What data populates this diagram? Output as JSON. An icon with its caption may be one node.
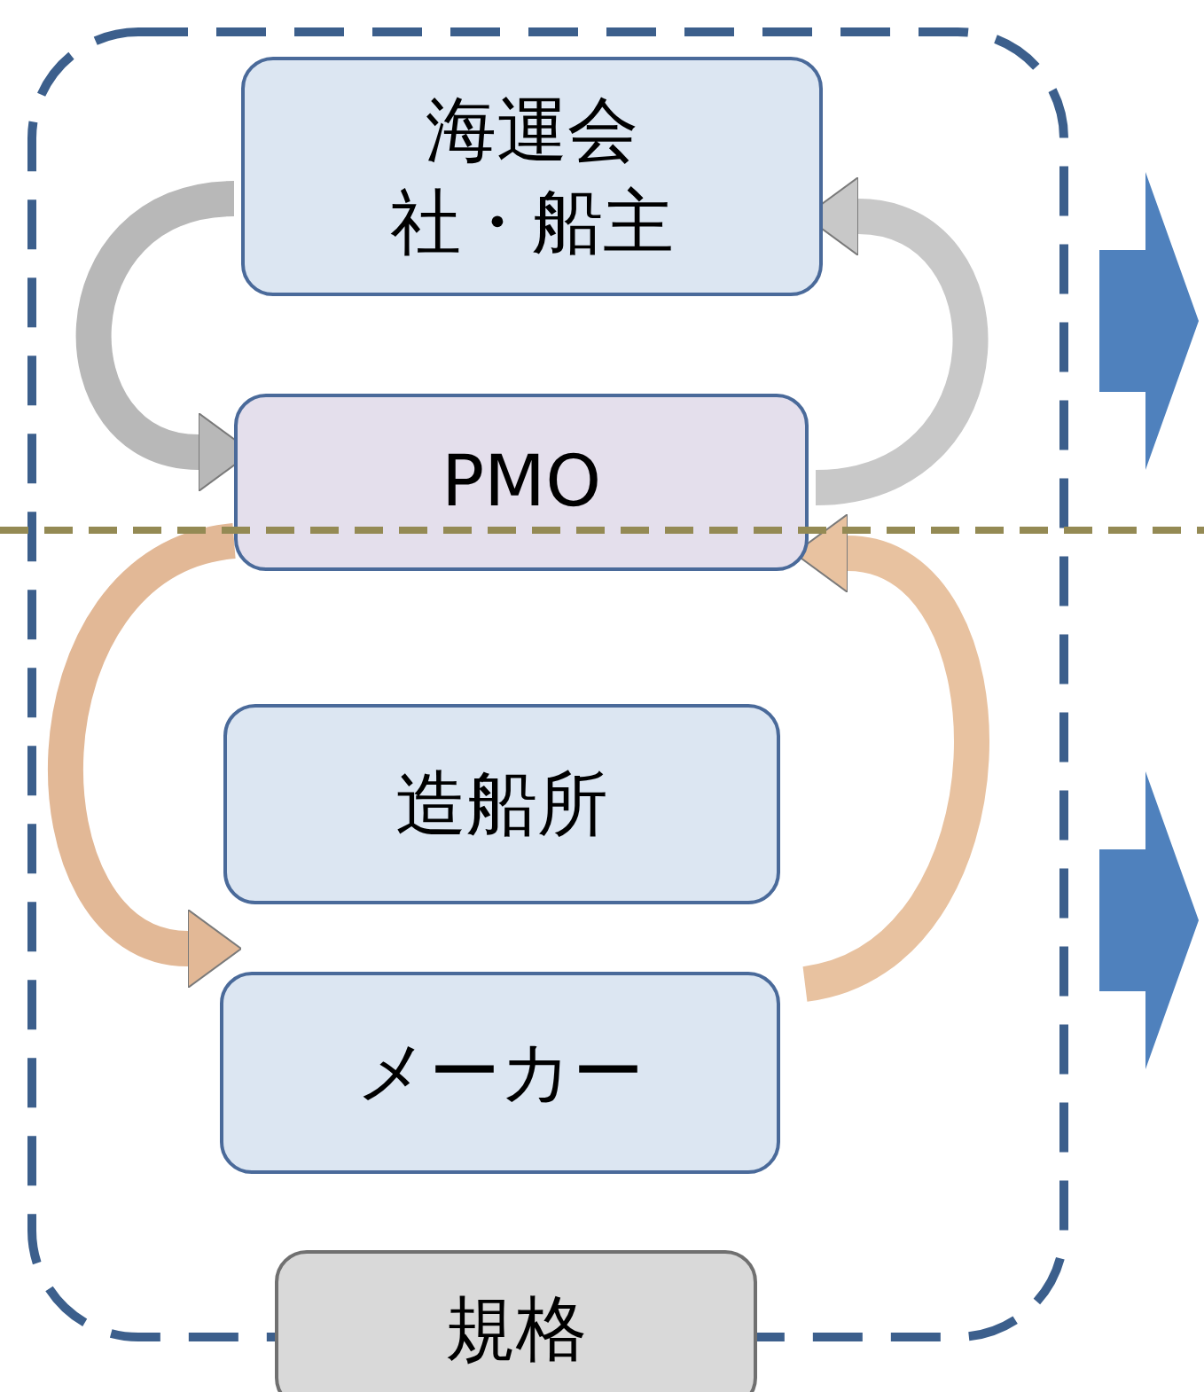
{
  "diagram": {
    "nodes": [
      {
        "text": [],
        "shape": "box"
      },
      {
        "text": [
          "海運会社・船主"
        ],
        "in": 0
      },
      {
        "text": [
          "PMO"
        ],
        "in": 0
      },
      {
        "text": [
          "造船所"
        ],
        "in": 0
      },
      {
        "text": [
          "メーカー"
        ],
        "in": 0
      },
      {
        "text": [
          "規格"
        ]
      }
    ],
    "edges": [
      {
        "from": 1,
        "to": 2,
        "arrow": "to",
        "color": "#b8b8b8"
      },
      {
        "from": 2,
        "to": 1,
        "arrow": "to",
        "color": "#c8c8c8"
      },
      {
        "from": 2,
        "to": 4,
        "arrow": "to",
        "color": "#e2b896"
      },
      {
        "from": 4,
        "to": 2,
        "arrow": "to",
        "color": "#e8c2a0"
      }
    ]
  }
}
